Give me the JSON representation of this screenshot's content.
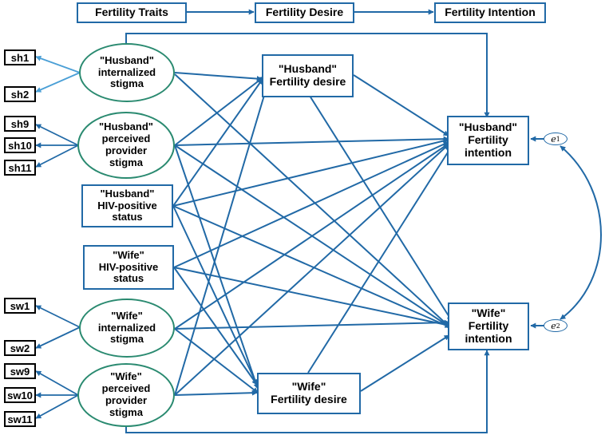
{
  "header": {
    "traits": "Fertility Traits",
    "desire": "Fertility Desire",
    "intention": "Fertility Intention"
  },
  "indicators": {
    "sh1": "sh1",
    "sh2": "sh2",
    "sh9": "sh9",
    "sh10": "sh10",
    "sh11": "sh11",
    "sw1": "sw1",
    "sw2": "sw2",
    "sw9": "sw9",
    "sw10": "sw10",
    "sw11": "sw11"
  },
  "latents": {
    "husband_internalized": [
      "\"Husband\"",
      "internalized",
      "stigma"
    ],
    "husband_provider": [
      "\"Husband\"",
      "perceived",
      "provider",
      "stigma"
    ],
    "wife_internalized": [
      "\"Wife\"",
      "internalized",
      "stigma"
    ],
    "wife_provider": [
      "\"Wife\"",
      "perceived",
      "provider",
      "stigma"
    ]
  },
  "observed": {
    "husband_hiv": [
      "\"Husband\"",
      "HIV-positive",
      "status"
    ],
    "wife_hiv": [
      "\"Wife\"",
      "HIV-positive",
      "status"
    ]
  },
  "mediators": {
    "husband_desire": [
      "\"Husband\"",
      "Fertility desire"
    ],
    "wife_desire": [
      "\"Wife\"",
      "Fertility desire"
    ]
  },
  "outcomes": {
    "husband_intention": [
      "\"Husband\"",
      "Fertility",
      "intention"
    ],
    "wife_intention": [
      "\"Wife\"",
      "Fertility",
      "intention"
    ]
  },
  "errors": {
    "e1": {
      "letter": "e",
      "index": "1"
    },
    "e2": {
      "letter": "e",
      "index": "2"
    }
  },
  "colors": {
    "path": "#2169a6",
    "loading_light": "#4a9fd6",
    "latent_border": "#2a8a70",
    "indicator_border": "#000000"
  }
}
